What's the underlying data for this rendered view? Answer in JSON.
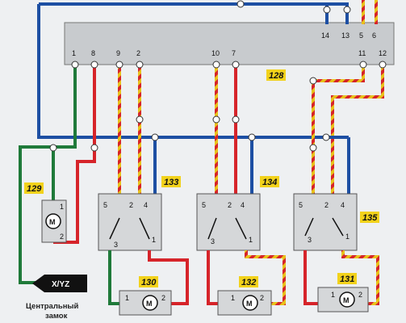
{
  "diagram": {
    "control_unit": {
      "label": "128",
      "pins": [
        "1",
        "8",
        "9",
        "2",
        "10",
        "7",
        "11",
        "12",
        "14",
        "13",
        "5",
        "6"
      ]
    },
    "components": [
      {
        "id": "129",
        "pins": [
          "1",
          "2"
        ],
        "symbol": "M"
      },
      {
        "id": "130",
        "pins": [
          "1",
          "2"
        ],
        "symbol": "M"
      },
      {
        "id": "132",
        "pins": [
          "1",
          "2"
        ],
        "symbol": "M"
      },
      {
        "id": "131",
        "pins": [
          "1",
          "2"
        ],
        "symbol": "M"
      }
    ],
    "switches": [
      {
        "id": "133",
        "pins": [
          "5",
          "2",
          "4",
          "3",
          "1"
        ]
      },
      {
        "id": "134",
        "pins": [
          "5",
          "2",
          "4",
          "3",
          "1"
        ]
      },
      {
        "id": "135",
        "pins": [
          "5",
          "2",
          "4",
          "3",
          "1"
        ]
      }
    ],
    "connector": {
      "label": "X/YZ"
    },
    "caption_line1": "Центральный",
    "caption_line2": "замок",
    "colors": {
      "blue": "#1d4fa3",
      "red": "#d6242a",
      "green": "#1f7a3a",
      "yellow": "#e8c21a",
      "black": "#111111",
      "label_bg": "#f2d21b",
      "panel": "#c8cbce"
    }
  }
}
